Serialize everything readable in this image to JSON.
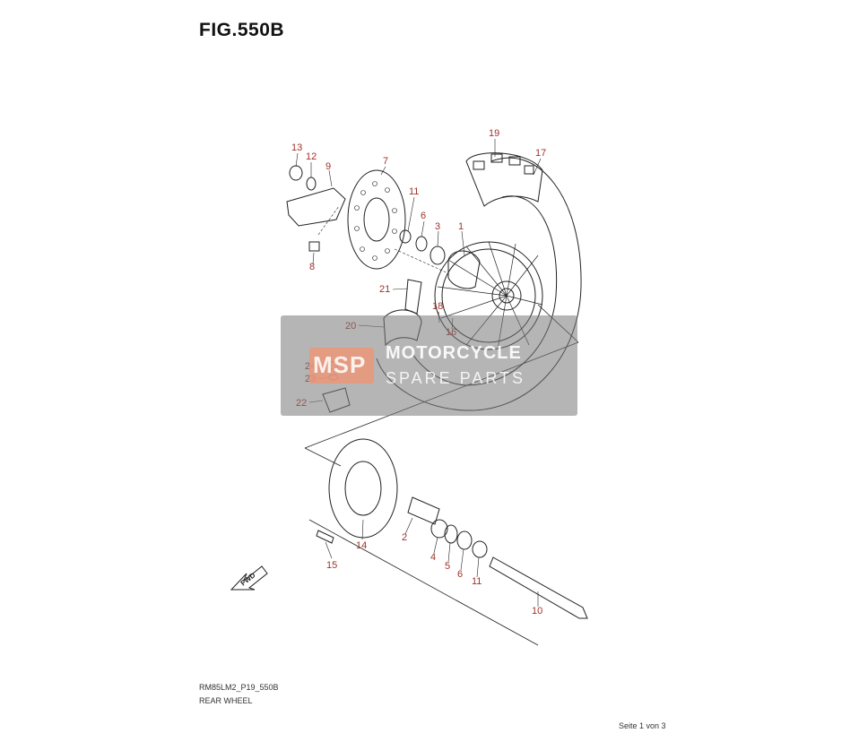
{
  "figure": {
    "title": "FIG.550B",
    "code": "RM85LM2_P19_550B",
    "caption": "REAR WHEEL",
    "page": "Seite 1 von 3"
  },
  "watermark": {
    "badge": "MSP",
    "name": "MOTORCYCLE",
    "sub": "SPARE PARTS"
  },
  "fwd_label": "FWD",
  "callouts": {
    "c1": "1",
    "c2": "2",
    "c3": "3",
    "c4": "4",
    "c5": "5",
    "c6a": "6",
    "c6b": "6",
    "c7": "7",
    "c8": "8",
    "c9": "9",
    "c10": "10",
    "c11a": "11",
    "c11b": "11",
    "c12": "12",
    "c13": "13",
    "c14": "14",
    "c15": "15",
    "c16": "16",
    "c17": "17",
    "c18": "18",
    "c19": "19",
    "c20": "20",
    "c21": "21",
    "c22": "22",
    "c23": "23",
    "c24": "24"
  },
  "colors": {
    "callout": "#a0322c",
    "line": "#222222"
  }
}
